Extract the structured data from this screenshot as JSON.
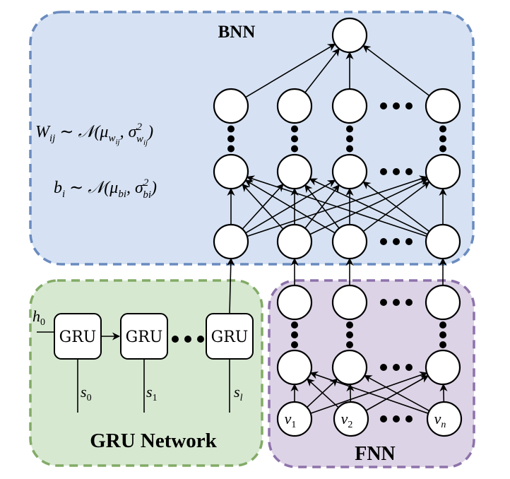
{
  "colors": {
    "bnn_fill": "#d6e2f3",
    "bnn_border": "#6a8bbf",
    "gru_fill": "#d7e8d1",
    "gru_border": "#82ab66",
    "fnn_fill": "#ddd3e6",
    "fnn_border": "#8d72aa",
    "node_fill": "#ffffff",
    "stroke": "#000000"
  },
  "bnn": {
    "title": "BNN",
    "weight_formula": {
      "lhs": "W",
      "lhs_sub": "ij",
      "dist": "𝒩(μ",
      "mu_sub": "w",
      "mu_subsub": "ij",
      "sigma": ", σ",
      "sigma_sup": "2",
      "sigma_sub": "w",
      "sigma_subsub": "ij",
      "close": ")",
      "sim": "∼"
    },
    "bias_formula": {
      "lhs": "b",
      "lhs_sub": "i",
      "sim": "∼",
      "dist": "𝒩(μ",
      "mu_sub": "bi",
      "sigma": ", σ",
      "sigma_sup": "2",
      "sigma_sub": "bi",
      "close": ")"
    }
  },
  "gru": {
    "title": "GRU Network",
    "cell_label": "GRU",
    "initial_state": "h",
    "initial_state_sub": "0",
    "inputs": [
      {
        "name": "s",
        "sub": "0"
      },
      {
        "name": "s",
        "sub": "1"
      },
      {
        "name": "s",
        "sub": "l"
      }
    ]
  },
  "fnn": {
    "title": "FNN",
    "inputs": [
      {
        "name": "v",
        "sub": "1"
      },
      {
        "name": "v",
        "sub": "2"
      },
      {
        "name": "v",
        "sub": "n"
      }
    ]
  }
}
